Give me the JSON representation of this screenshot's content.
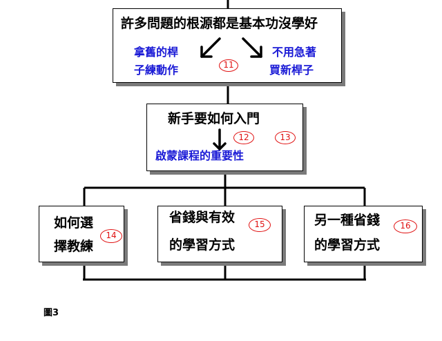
{
  "diagram": {
    "top_box": {
      "title": "許多問題的根源都是基本功沒學好",
      "left_note_line1": "拿舊的桿",
      "left_note_line2": "子練動作",
      "right_note_line1": "不用急著",
      "right_note_line2": "買新桿子",
      "badge": "11"
    },
    "middle_box": {
      "title": "新手要如何入門",
      "badge_a": "12",
      "badge_b": "13",
      "note": "啟蒙課程的重要性"
    },
    "bottom_boxes": [
      {
        "line1": "如何選",
        "line2": "擇教練",
        "badge": "14"
      },
      {
        "line1": "省錢與有效",
        "line2": "的學習方式",
        "badge": "15"
      },
      {
        "line1": "另一種省錢",
        "line2": "的學習方式",
        "badge": "16"
      }
    ],
    "caption": "圖3"
  },
  "colors": {
    "accent_text": "#1919d6",
    "badge": "#e01010",
    "shadow": "#7a7a7a"
  }
}
